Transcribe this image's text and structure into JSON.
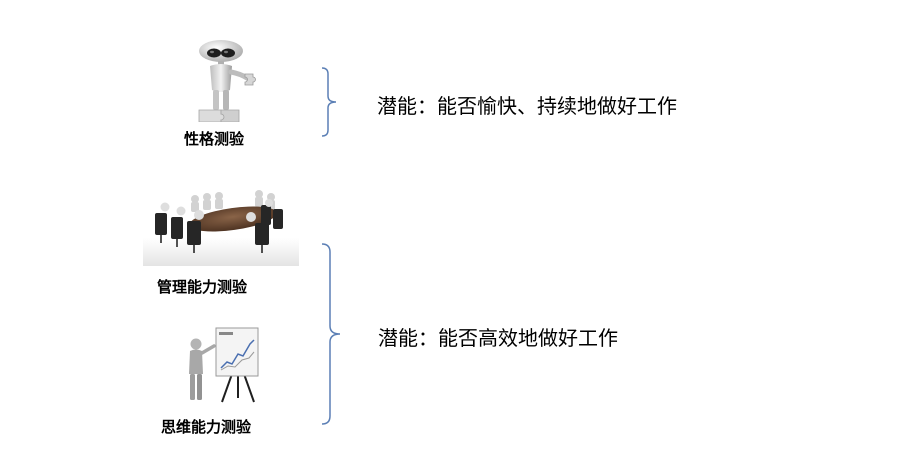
{
  "tests": [
    {
      "label": "性格测验",
      "icon": "robot-puzzle-icon"
    },
    {
      "label": "管理能力测验",
      "icon": "meeting-table-icon"
    },
    {
      "label": "思维能力测验",
      "icon": "presenter-chart-icon"
    }
  ],
  "statements": [
    {
      "text": "潜能：能否愉快、持续地做好工作"
    },
    {
      "text": "潜能：能否高效地做好工作"
    }
  ],
  "colors": {
    "brace": "#5b7fb5",
    "figure": "#c9c9c9",
    "figure_dark": "#8c8c8c",
    "table": "#6b4a33",
    "chair": "#2b2b2b"
  }
}
